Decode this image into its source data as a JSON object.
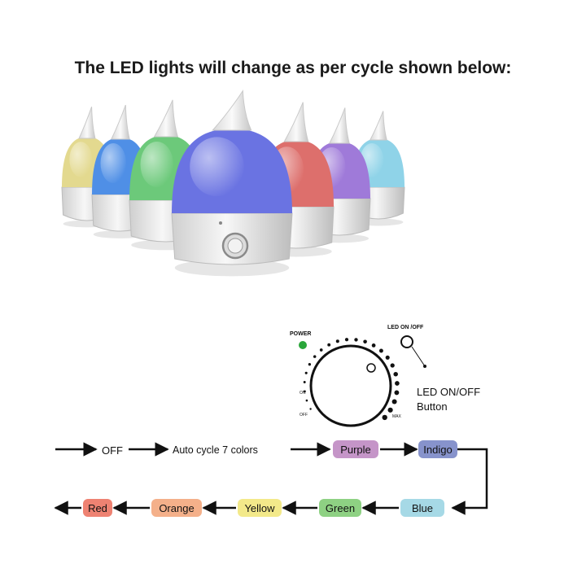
{
  "headline": "The LED lights will change as per cycle shown below:",
  "humidifiers": [
    {
      "color": "#e3d98f"
    },
    {
      "color": "#4f8fe6"
    },
    {
      "color": "#6cc97a"
    },
    {
      "color": "#dd6f6c"
    },
    {
      "color": "#9f7ad9"
    },
    {
      "color": "#8fd3e8"
    },
    {
      "color": "#6a73e2"
    }
  ],
  "panel": {
    "power_label": "POWER",
    "led_label": "LED ON /OFF",
    "dial_on_label": "ON",
    "dial_off_label": "OFF",
    "dial_max_label": "MAX",
    "callout_line1": "LED ON/OFF",
    "callout_line2": "Button",
    "power_led_color": "#2aa63a"
  },
  "cycle": {
    "off_label": "OFF",
    "auto_label": "Auto cycle 7 colors",
    "steps": [
      {
        "label": "Purple",
        "color": "#c595c8"
      },
      {
        "label": "Indigo",
        "color": "#8793cc"
      },
      {
        "label": "Blue",
        "color": "#a6d9e6"
      },
      {
        "label": "Green",
        "color": "#8ed183"
      },
      {
        "label": "Yellow",
        "color": "#f3e98a"
      },
      {
        "label": "Orange",
        "color": "#f4b08a"
      },
      {
        "label": "Red",
        "color": "#ee8272"
      }
    ]
  }
}
